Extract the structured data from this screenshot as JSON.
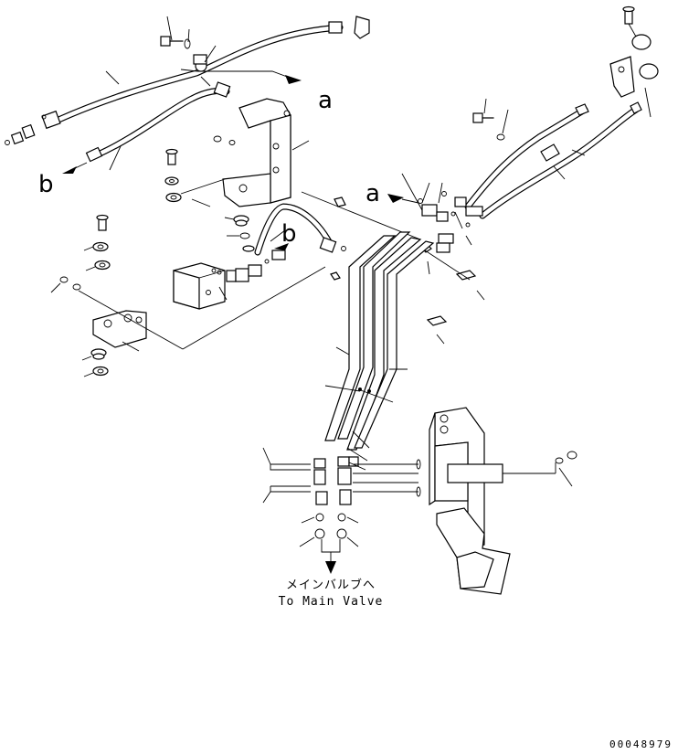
{
  "labels": {
    "callout_a_top": "a",
    "callout_b_left": "b",
    "callout_a_mid": "a",
    "callout_b_mid": "b"
  },
  "destination": {
    "text_jp": "メインバルブへ",
    "text_en": "To Main Valve"
  },
  "drawing_number": "00048979"
}
